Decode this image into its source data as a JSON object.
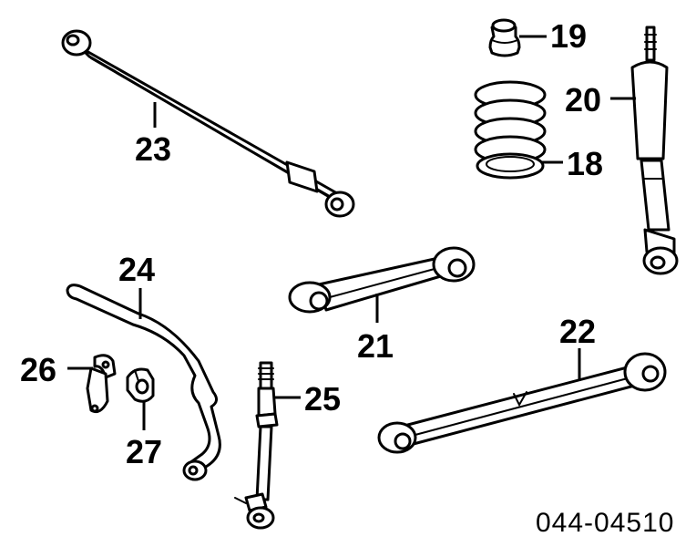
{
  "diagram_code": "044-04510",
  "callouts": {
    "p18": "18",
    "p19": "19",
    "p20": "20",
    "p21": "21",
    "p22": "22",
    "p23": "23",
    "p24": "24",
    "p25": "25",
    "p26": "26",
    "p27": "27"
  }
}
